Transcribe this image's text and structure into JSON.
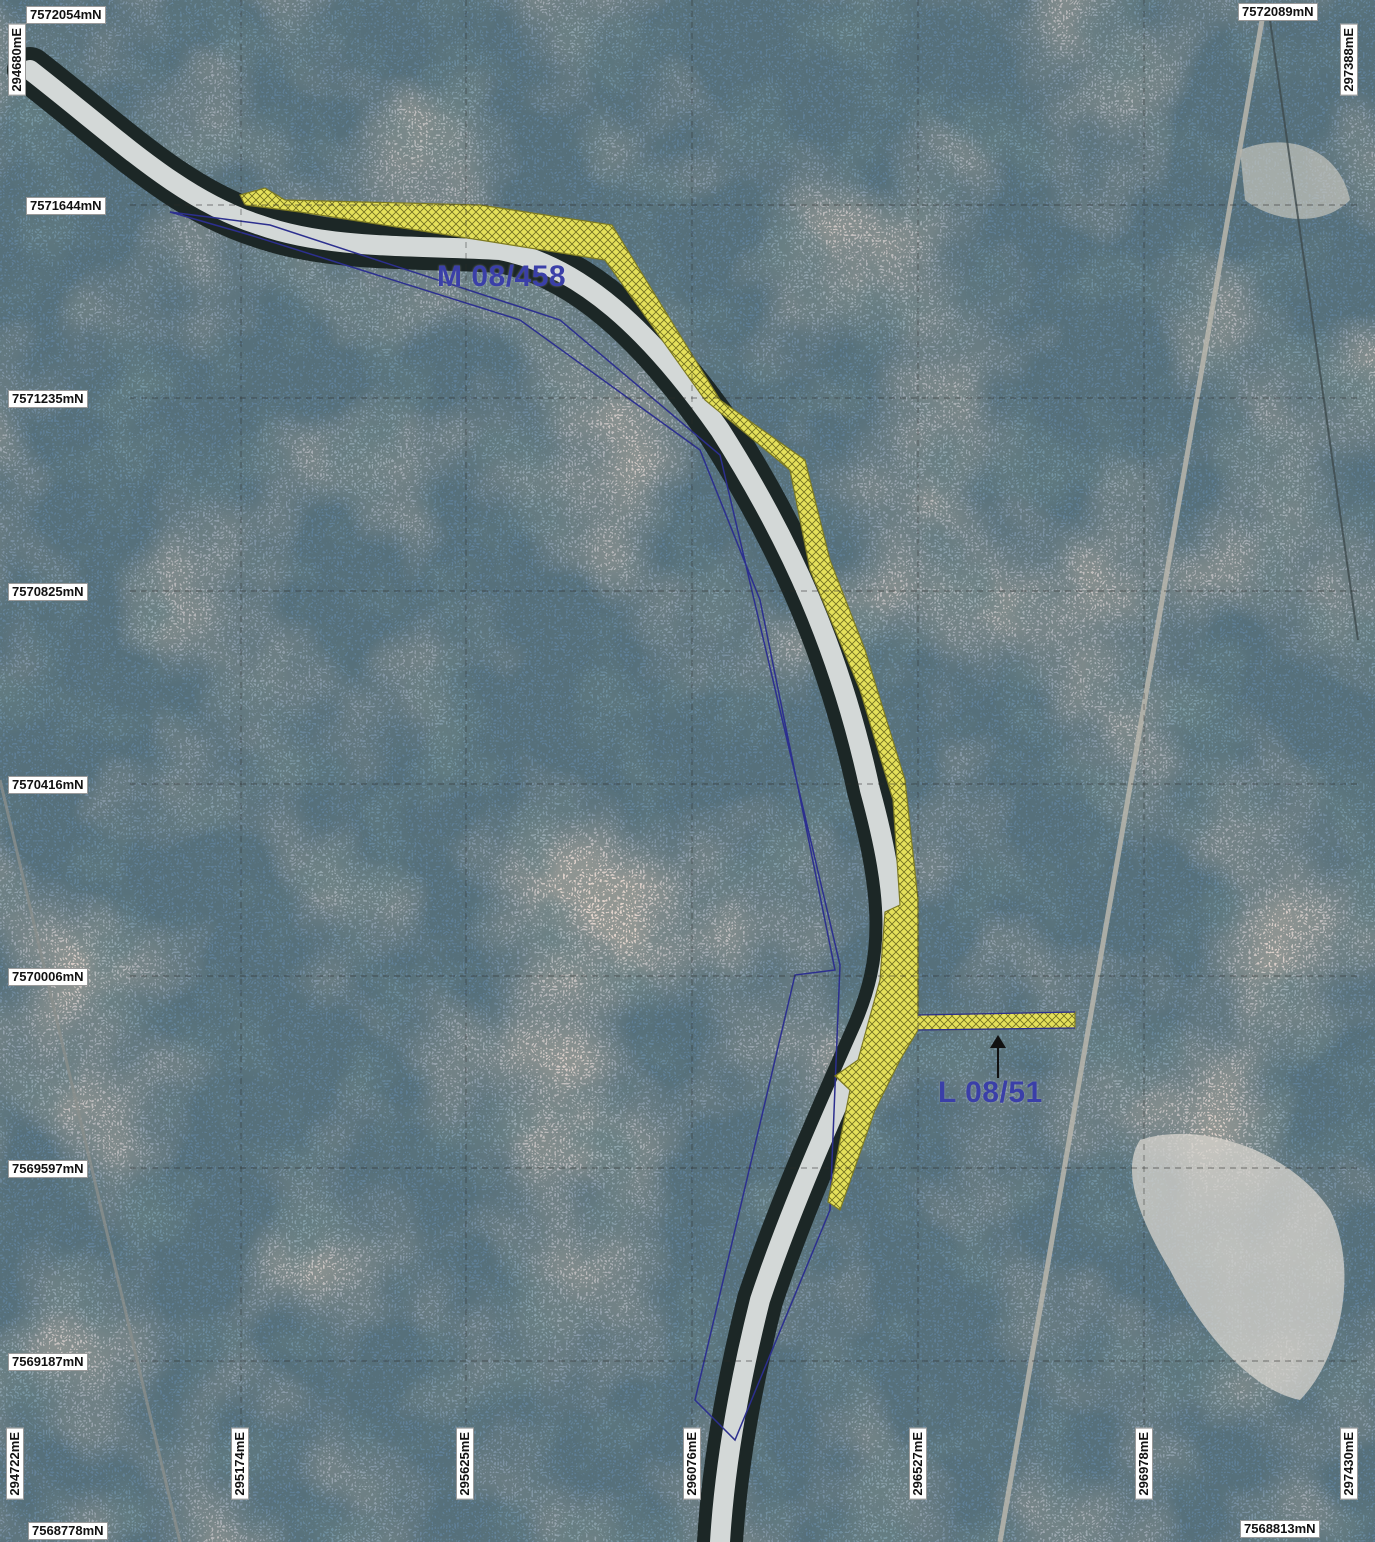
{
  "map": {
    "northings_left": [
      "7572054mN",
      "7571644mN",
      "7571235mN",
      "7570825mN",
      "7570416mN",
      "7570006mN",
      "7569597mN",
      "7569187mN",
      "7568778mN"
    ],
    "northing_top_right": "7572089mN",
    "northing_bottom_right": "7568813mN",
    "easting_top_left": "294680mE",
    "easting_top_right": "297388mE",
    "eastings_bottom": [
      "294722mE",
      "295174mE",
      "295625mE",
      "296076mE",
      "296527mE",
      "296978mE",
      "297430mE"
    ],
    "tenements": [
      {
        "name": "M 08/458",
        "color": "#3a3fa8"
      },
      {
        "name": "L 08/51",
        "color": "#3a3fa8"
      }
    ],
    "colors": {
      "terrain": "#5f7f97",
      "bare_ground": "#c2a79a",
      "creek_bed": "#dde2e0",
      "vegetation": "#1f2b2a",
      "haul_road_fill": "#e4e05a",
      "boundary_line": "#2c2f8f",
      "grid_line": "#2a2a2a"
    }
  }
}
